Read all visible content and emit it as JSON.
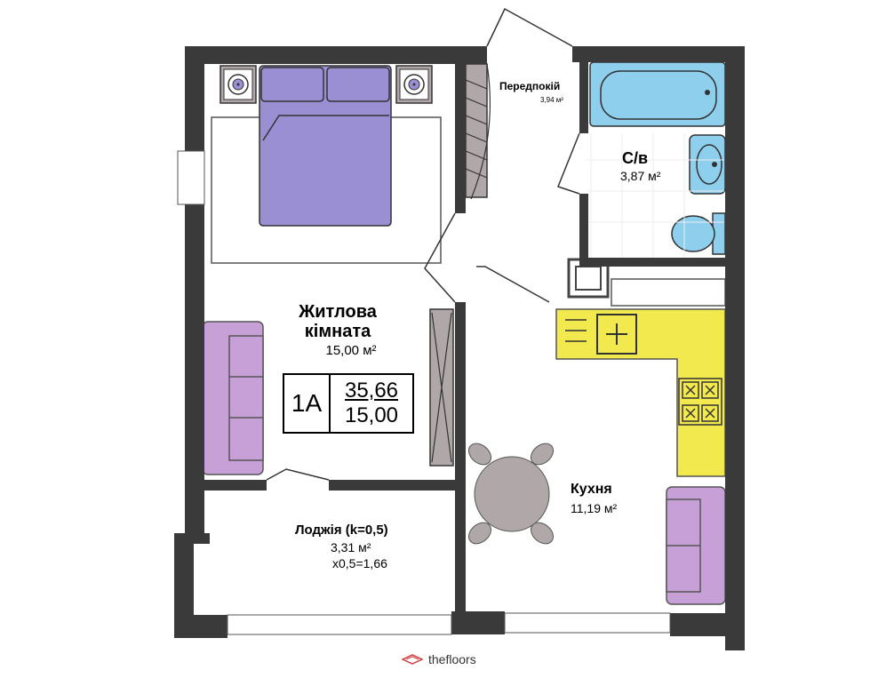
{
  "rooms": {
    "living": {
      "name_line1": "Житлова",
      "name_line2": "кімната",
      "area": "15,00 м²"
    },
    "hall": {
      "name": "Передпокій",
      "area": "3,94 м²"
    },
    "bath": {
      "name": "С/в",
      "area": "3,87 м²"
    },
    "kitchen": {
      "name": "Кухня",
      "area": "11,19 м²"
    },
    "loggia": {
      "name": "Лоджія (k=0,5)",
      "area": "3,31 м²",
      "calc": "x0,5=1,66"
    }
  },
  "unit": {
    "code": "1А",
    "total_area": "35,66",
    "living_area": "15,00"
  },
  "brand": {
    "text": "thefloors"
  },
  "colors": {
    "wall": "#3a3a3a",
    "bed": "#9b8fd4",
    "sofa": "#c8a0d8",
    "bath": "#8fcfee",
    "kitchen": "#f2e94e",
    "furniture_grey": "#b0a8a8"
  }
}
